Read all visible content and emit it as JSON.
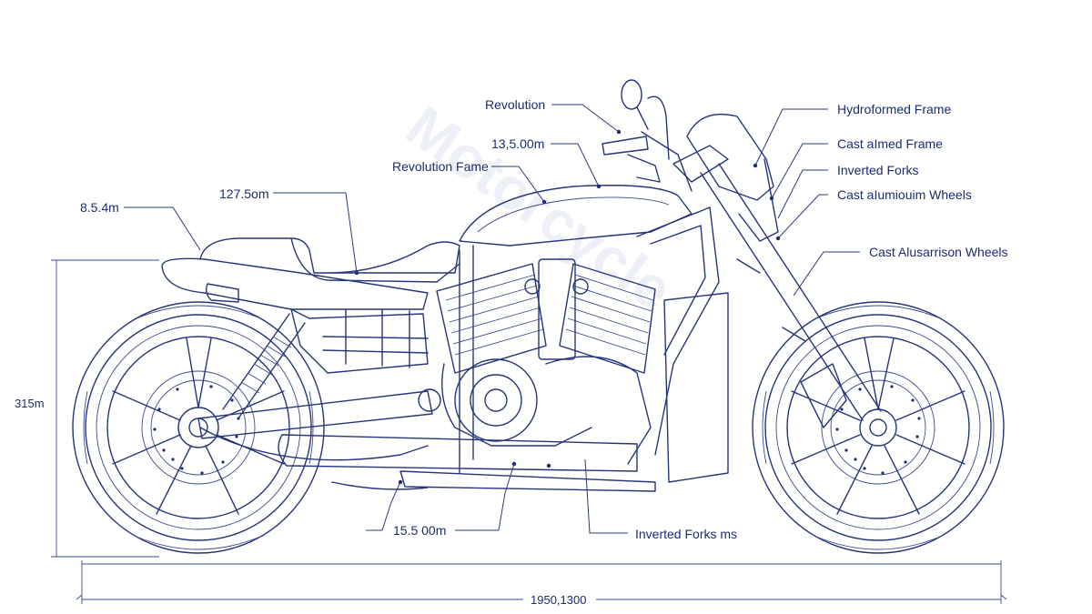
{
  "colors": {
    "ink": "#26357a",
    "background": "#ffffff"
  },
  "labels": {
    "revolution": "Revolution",
    "dim_top": "13,5.00m",
    "revolution_frame": "Revolution Fame",
    "dim_seat": "127.5om",
    "dim_tail": "8.5.4m",
    "hydroformed_frame": "Hydroformed Frame",
    "cast_aimed_frame": "Cast aImed Frame",
    "inverted_forks_top": "Inverted Forks",
    "cast_aluminium_wheels": "Cast aIumiouim Wheels",
    "cast_alusarrison_wheels": "Cast Alusarrison Wheels",
    "dim_height": "315m",
    "dim_bottom": "15.5 00m",
    "inverted_forks_bottom": "Inverted Forks ms",
    "overall_length": "1950,1300"
  },
  "watermark": "Motorcycle"
}
